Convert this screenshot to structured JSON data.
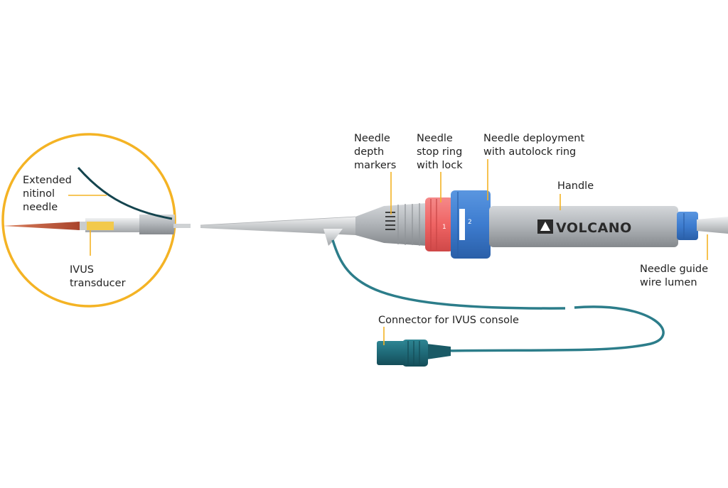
{
  "colors": {
    "accent_yellow": "#f4b324",
    "steel": "#b4b8bc",
    "needle_copper": "#c0593c",
    "nitinol": "#14444e",
    "transducer": "#f2c94c",
    "stop_ring": "#f06b6b",
    "deployment_ring": "#3f7fd1",
    "cable_teal": "#2c7d8a",
    "connector_teal": "#1f6a78"
  },
  "brand": {
    "name": "VOLCANO",
    "icon": "volcano-logo-icon"
  },
  "labels": {
    "extended_nitinol_needle": [
      "Extended",
      "nitinol",
      "needle"
    ],
    "ivus_transducer": [
      "IVUS",
      "transducer"
    ],
    "needle_depth_markers": [
      "Needle",
      "depth",
      "markers"
    ],
    "needle_stop_ring": [
      "Needle",
      "stop ring",
      "with lock"
    ],
    "needle_deployment_ring": [
      "Needle deployment",
      "with autolock ring"
    ],
    "handle": [
      "Handle"
    ],
    "needle_guide_wire_lumen": [
      "Needle guide",
      "wire lumen"
    ],
    "connector_for_ivus_console": [
      "Connector for IVUS console"
    ]
  },
  "ring_markings": {
    "stop_ring_number": "1",
    "deployment_ring_number": "2"
  }
}
